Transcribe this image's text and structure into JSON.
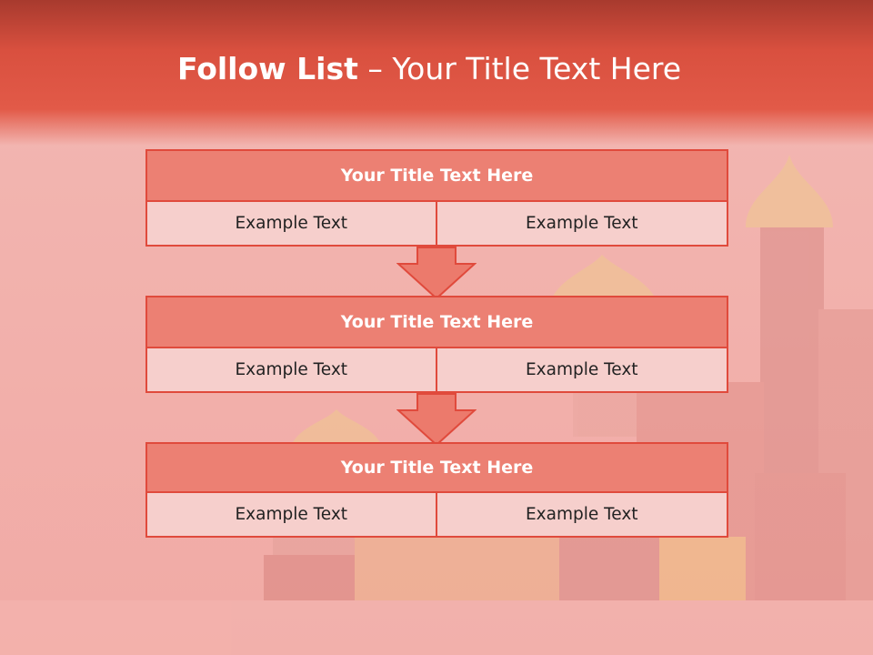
{
  "header": {
    "title_strong": "Follow List",
    "title_rest": " – Your Title Text Here"
  },
  "steps": [
    {
      "title": "Your Title Text Here",
      "left": "Example Text",
      "right": "Example Text"
    },
    {
      "title": "Your Title Text Here",
      "left": "Example Text",
      "right": "Example Text"
    },
    {
      "title": "Your Title Text Here",
      "left": "Example Text",
      "right": "Example Text"
    }
  ],
  "colors": {
    "header_red": "#e25a48",
    "box_title_fill": "#ec8073",
    "box_cell_fill": "#f6cfcc",
    "border": "#e04a3c",
    "arrow_fill": "#ec7a6c"
  }
}
